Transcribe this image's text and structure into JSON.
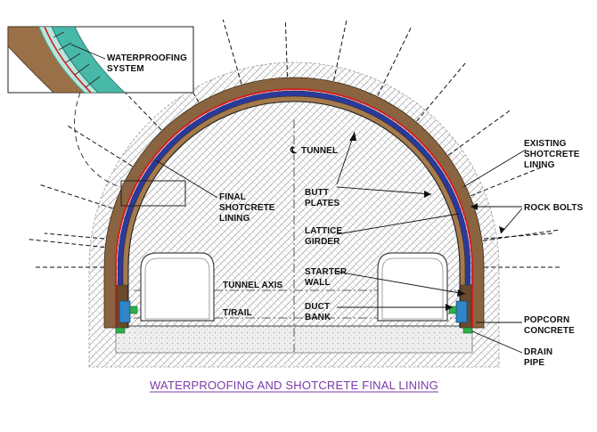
{
  "diagram": {
    "title": "WATERPROOFING AND SHOTCRETE FINAL LINING",
    "inset_label": [
      "WATERPROOFING",
      "SYSTEM"
    ],
    "labels": {
      "centerline": "TUNNEL",
      "final_shotcrete": [
        "FINAL",
        "SHOTCRETE",
        "LINING"
      ],
      "butt_plates": [
        "BUTT",
        "PLATES"
      ],
      "lattice_girder": [
        "LATTICE",
        "GIRDER"
      ],
      "starter_wall": [
        "STARTER",
        "WALL"
      ],
      "duct_bank": [
        "DUCT",
        "BANK"
      ],
      "tunnel_axis": "TUNNEL AXIS",
      "t_rail": "T/RAIL",
      "existing_shotcrete": [
        "EXISTING",
        "SHOTCRETE",
        "LINING"
      ],
      "rock_bolts": "ROCK BOLTS",
      "popcorn_concrete": [
        "POPCORN",
        "CONCRETE"
      ],
      "drain_pipe": [
        "DRAIN",
        "PIPE"
      ]
    },
    "colors": {
      "lining_brown": "#8a6440",
      "inner_blue": "#2a3a9a",
      "membrane_red": "#d02020",
      "duct_blue": "#2f86c8",
      "drain_green": "#2fae4a",
      "inset_teal": "#48b8a8",
      "caption_purple": "#7a3aa8"
    }
  }
}
